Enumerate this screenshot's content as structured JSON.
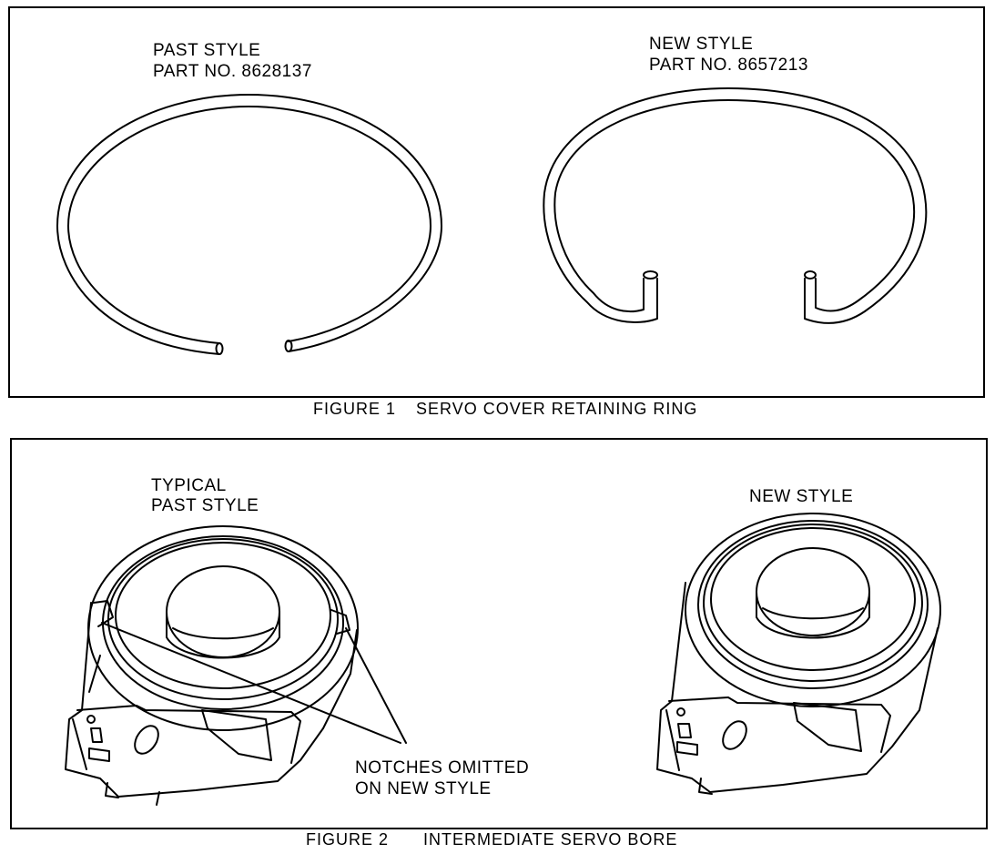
{
  "figure1": {
    "past_label_line1": "PAST STYLE",
    "past_label_line2": "PART NO. 8628137",
    "new_label_line1": "NEW STYLE",
    "new_label_line2": "PART NO. 8657213",
    "caption_number": "FIGURE 1",
    "caption_title": "SERVO COVER RETAINING RING"
  },
  "figure2": {
    "past_label_line1": "TYPICAL",
    "past_label_line2": "PAST STYLE",
    "new_label": "NEW STYLE",
    "callout_line1": "NOTCHES OMITTED",
    "callout_line2": "ON NEW STYLE",
    "caption_number": "FIGURE 2",
    "caption_title": "INTERMEDIATE SERVO BORE"
  }
}
